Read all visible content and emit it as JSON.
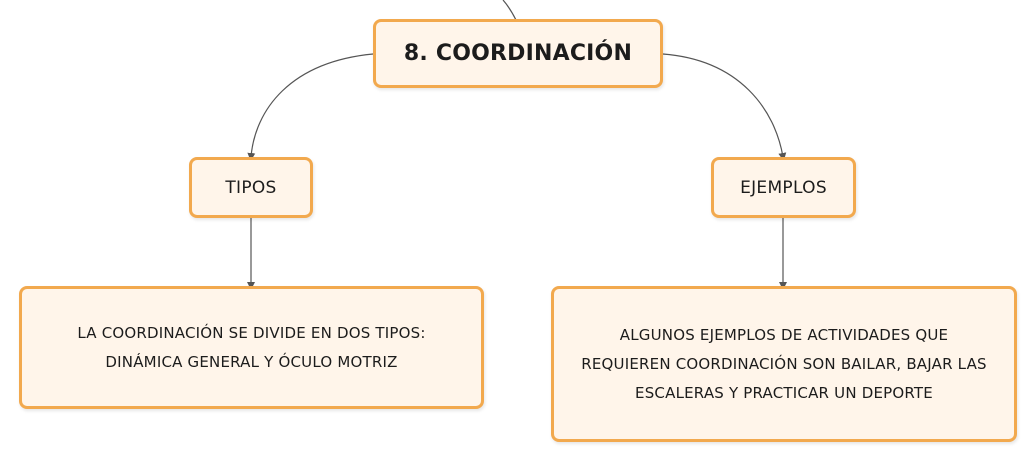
{
  "diagram": {
    "root": {
      "label": "8. COORDINACIÓN"
    },
    "branches": [
      {
        "label": "TIPOS",
        "detail": "LA COORDINACIÓN SE DIVIDE EN DOS TIPOS: DINÁMICA GENERAL Y ÓCULO MOTRIZ"
      },
      {
        "label": "EJEMPLOS",
        "detail": "ALGUNOS EJEMPLOS DE ACTIVIDADES QUE REQUIEREN COORDINACIÓN SON BAILAR, BAJAR LAS ESCALERAS Y PRACTICAR UN DEPORTE"
      }
    ]
  },
  "colors": {
    "node_border": "#f2a94e",
    "node_fill": "#fff5ea",
    "connector": "#555555"
  }
}
